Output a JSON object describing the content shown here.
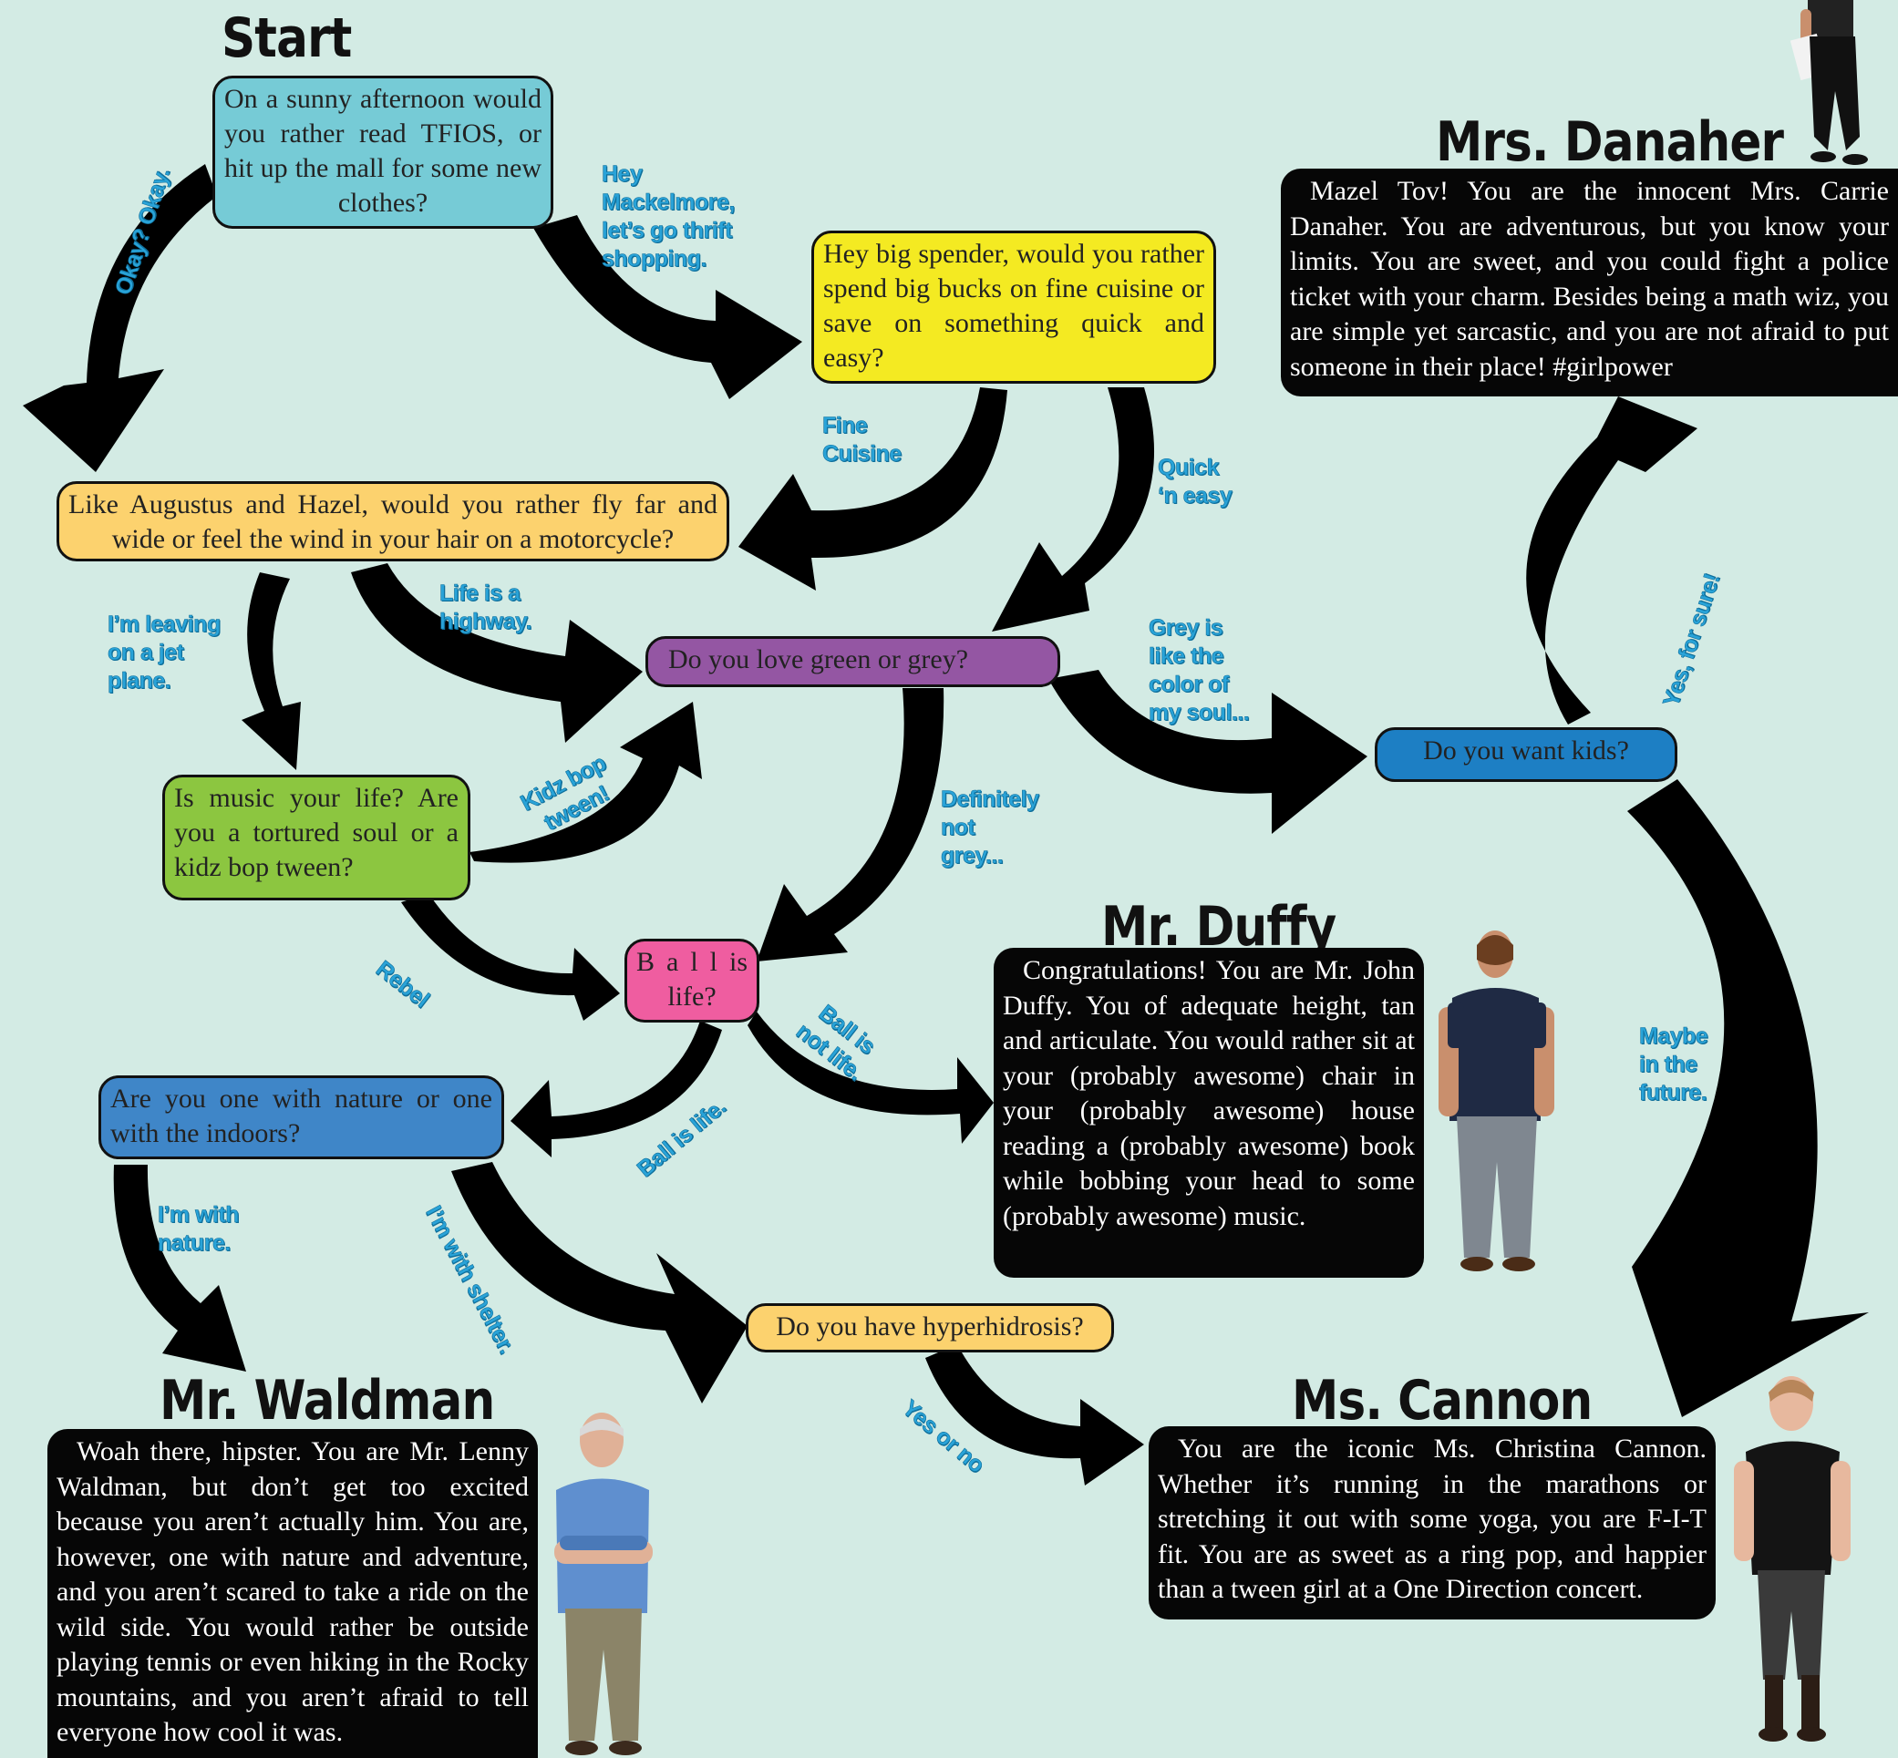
{
  "titles": {
    "start": "Start",
    "danaher": "Mrs. Danaher",
    "duffy": "Mr. Duffy",
    "waldman": "Mr. Waldman",
    "cannon": "Ms. Cannon"
  },
  "questions": {
    "q_start": "On a sunny afternoon would you rather read TFIOS, or hit up the mall for some new clothes?",
    "q_spender": "Hey big spender, would you rather spend big bucks on fine cuisine or save on something quick and easy?",
    "q_augustus": "Like Augustus and Hazel, would you rather fly far and wide or feel the wind in your hair on a motorcycle?",
    "q_green": "Do you love green or grey?",
    "q_kids": "Do you want kids?",
    "q_music": "Is music your life? Are you a tortured soul or a kidz bop tween?",
    "q_ball": "B a l l is life?",
    "q_nature": "Are you one with nature or one with the indoors?",
    "q_hyper": "Do you have hyperhidrosis?"
  },
  "results": {
    "danaher": "Mazel Tov! You are the innocent Mrs. Carrie Danaher. You are adventurous, but you know your limits. You are sweet, and you could fight a police ticket with your charm. Besides being a math wiz, you are simple yet sarcastic, and you are not afraid to put someone in their place! #girlpower",
    "duffy": "Congratulations! You are Mr. John Duffy.  You of adequate height, tan and articulate. You would rather sit at your (probably awesome) chair in your (probably awesome) house reading a (probably awesome) book while bobbing your head to some (probably awesome) music.",
    "waldman": "Woah there, hipster. You are Mr. Lenny Waldman, but don’t get too excited because you aren’t actually him. You are, however, one with nature and adventure, and you aren’t scared to take a ride on the wild side. You would rather be outside playing tennis or even hiking in the Rocky mountains, and you aren’t afraid to tell everyone how cool it was.",
    "cannon": "You are the iconic Ms. Christina Cannon. Whether it’s running in the marathons or stretching it out with some yoga, you are F-I-T fit. You are as sweet as a ring pop, and happier than a tween girl at a One Direction concert."
  },
  "labels": {
    "okay": "Okay? Okay.",
    "mackelmore": "Hey\nMackelmore,\nlet’s go thrift\nshopping.",
    "fine": "Fine\nCuisine",
    "quick": "Quick\n‘n easy",
    "jet": "I’m leaving\non a jet\nplane.",
    "highway": "Life is a\nhighway.",
    "grey_soul": "Grey is\nlike the\ncolor of\nmy soul...",
    "yes_sure": "Yes, for sure!",
    "kidz": "Kidz bop\ntween!",
    "not_grey": "Definitely\nnot\ngrey...",
    "rebel": "Rebel",
    "ball_not": "Ball is\nnot life.",
    "ball_is": "Ball is life.",
    "maybe": "Maybe\nin the\nfuture.",
    "nature": "I’m with\nnature.",
    "shelter": "I’m with shelter.",
    "yes_no": "Yes or no"
  },
  "colors": {
    "background": "#d3ebe4",
    "q_start": "#76cbd6",
    "q_spender": "#f4ea22",
    "q_augustus": "#fcd26e",
    "q_green": "#9456a3",
    "q_kids": "#1d7fc4",
    "q_music": "#8cc640",
    "q_ball": "#ef5da0",
    "q_nature": "#3f86c8",
    "q_hyper": "#fcd26e",
    "label_text": "#29a3d8",
    "result_box": "#060606"
  }
}
